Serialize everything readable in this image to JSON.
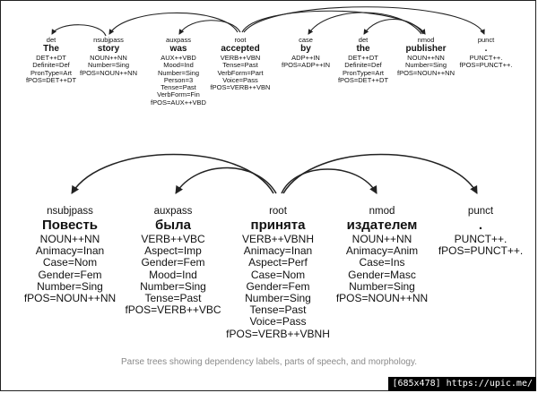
{
  "parses": [
    {
      "tokens": [
        {
          "label": "det",
          "word": "The",
          "features": [
            "DET++DT",
            "Definite=Def",
            "PronType=Art",
            "fPOS=DET++DT"
          ]
        },
        {
          "label": "nsubjpass",
          "word": "story",
          "features": [
            "NOUN++NN",
            "Number=Sing",
            "fPOS=NOUN++NN"
          ]
        },
        {
          "label": "auxpass",
          "word": "was",
          "features": [
            "AUX++VBD",
            "Mood=Ind",
            "Number=Sing",
            "Person=3",
            "Tense=Past",
            "VerbForm=Fin",
            "fPOS=AUX++VBD"
          ]
        },
        {
          "label": "root",
          "word": "accepted",
          "features": [
            "VERB++VBN",
            "Tense=Past",
            "VerbForm=Part",
            "Voice=Pass",
            "fPOS=VERB++VBN"
          ]
        },
        {
          "label": "case",
          "word": "by",
          "features": [
            "ADP++IN",
            "fPOS=ADP++IN"
          ]
        },
        {
          "label": "det",
          "word": "the",
          "features": [
            "DET++DT",
            "Definite=Def",
            "PronType=Art",
            "fPOS=DET++DT"
          ]
        },
        {
          "label": "nmod",
          "word": "publisher",
          "features": [
            "NOUN++NN",
            "Number=Sing",
            "fPOS=NOUN++NN"
          ]
        },
        {
          "label": "punct",
          "word": ".",
          "features": [
            "PUNCT++.",
            "fPOS=PUNCT++."
          ]
        }
      ]
    },
    {
      "tokens": [
        {
          "label": "nsubjpass",
          "word": "Повесть",
          "features": [
            "NOUN++NN",
            "Animacy=Inan",
            "Case=Nom",
            "Gender=Fem",
            "Number=Sing",
            "fPOS=NOUN++NN"
          ]
        },
        {
          "label": "auxpass",
          "word": "была",
          "features": [
            "VERB++VBC",
            "Aspect=Imp",
            "Gender=Fem",
            "Mood=Ind",
            "Number=Sing",
            "Tense=Past",
            "fPOS=VERB++VBC"
          ]
        },
        {
          "label": "root",
          "word": "принята",
          "features": [
            "VERB++VBNH",
            "Animacy=Inan",
            "Aspect=Perf",
            "Case=Nom",
            "Gender=Fem",
            "Number=Sing",
            "Tense=Past",
            "Voice=Pass",
            "fPOS=VERB++VBNH"
          ]
        },
        {
          "label": "nmod",
          "word": "издателем",
          "features": [
            "NOUN++NN",
            "Animacy=Anim",
            "Case=Ins",
            "Gender=Masc",
            "Number=Sing",
            "fPOS=NOUN++NN"
          ]
        },
        {
          "label": "punct",
          "word": ".",
          "features": [
            "PUNCT++.",
            "fPOS=PUNCT++."
          ]
        }
      ]
    }
  ],
  "caption": "Parse trees showing dependency labels, parts of speech, and morphology.",
  "watermark": "[685x478] https://upic.me/"
}
